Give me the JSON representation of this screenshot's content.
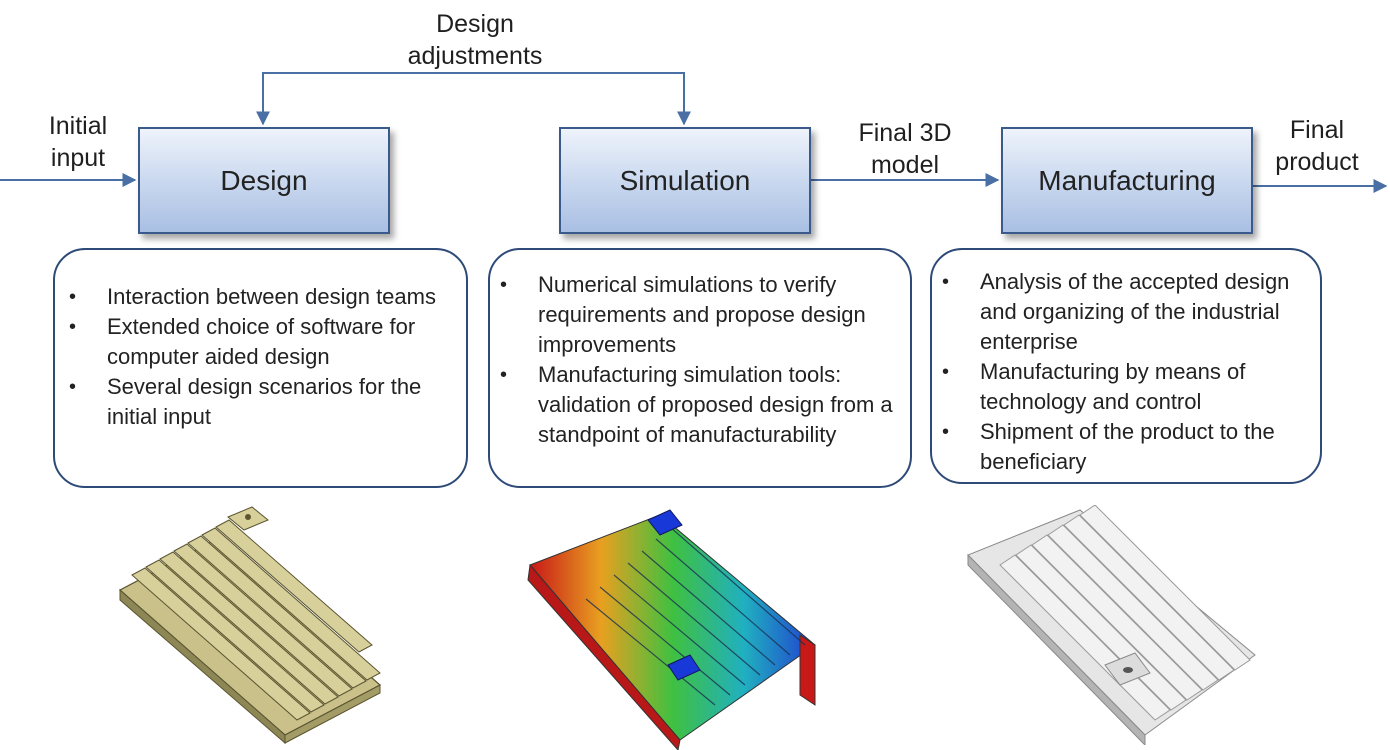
{
  "labels": {
    "design_adjustments": [
      "Design",
      "adjustments"
    ],
    "initial_input": [
      "Initial",
      "input"
    ],
    "final_3d_model": [
      "Final 3D",
      "model"
    ],
    "final_product": [
      "Final",
      "product"
    ]
  },
  "stages": {
    "design": "Design",
    "simulation": "Simulation",
    "manufacturing": "Manufacturing"
  },
  "cards": {
    "design": [
      "Interaction between design teams",
      "Extended choice of software for computer aided design",
      "Several design scenarios for the initial input"
    ],
    "simulation": [
      "Numerical simulations to verify requirements and propose design improvements",
      "Manufacturing simulation tools: validation of proposed design from a standpoint of manufacturability"
    ],
    "manufacturing": [
      "Analysis of the accepted design and organizing of the industrial enterprise",
      "Manufacturing by means of technology and control",
      "Shipment of the product to the beneficiary"
    ]
  },
  "colors": {
    "arrow": "#4a6fa5",
    "box_border": "#3a5a8c",
    "card_border": "#2e4a78",
    "cad_model": "#c9c08a",
    "product_model": "#d8d8d8"
  },
  "models": [
    "cad-model-heatsink",
    "fea-simulation-heatsink",
    "manufactured-heatsink"
  ]
}
